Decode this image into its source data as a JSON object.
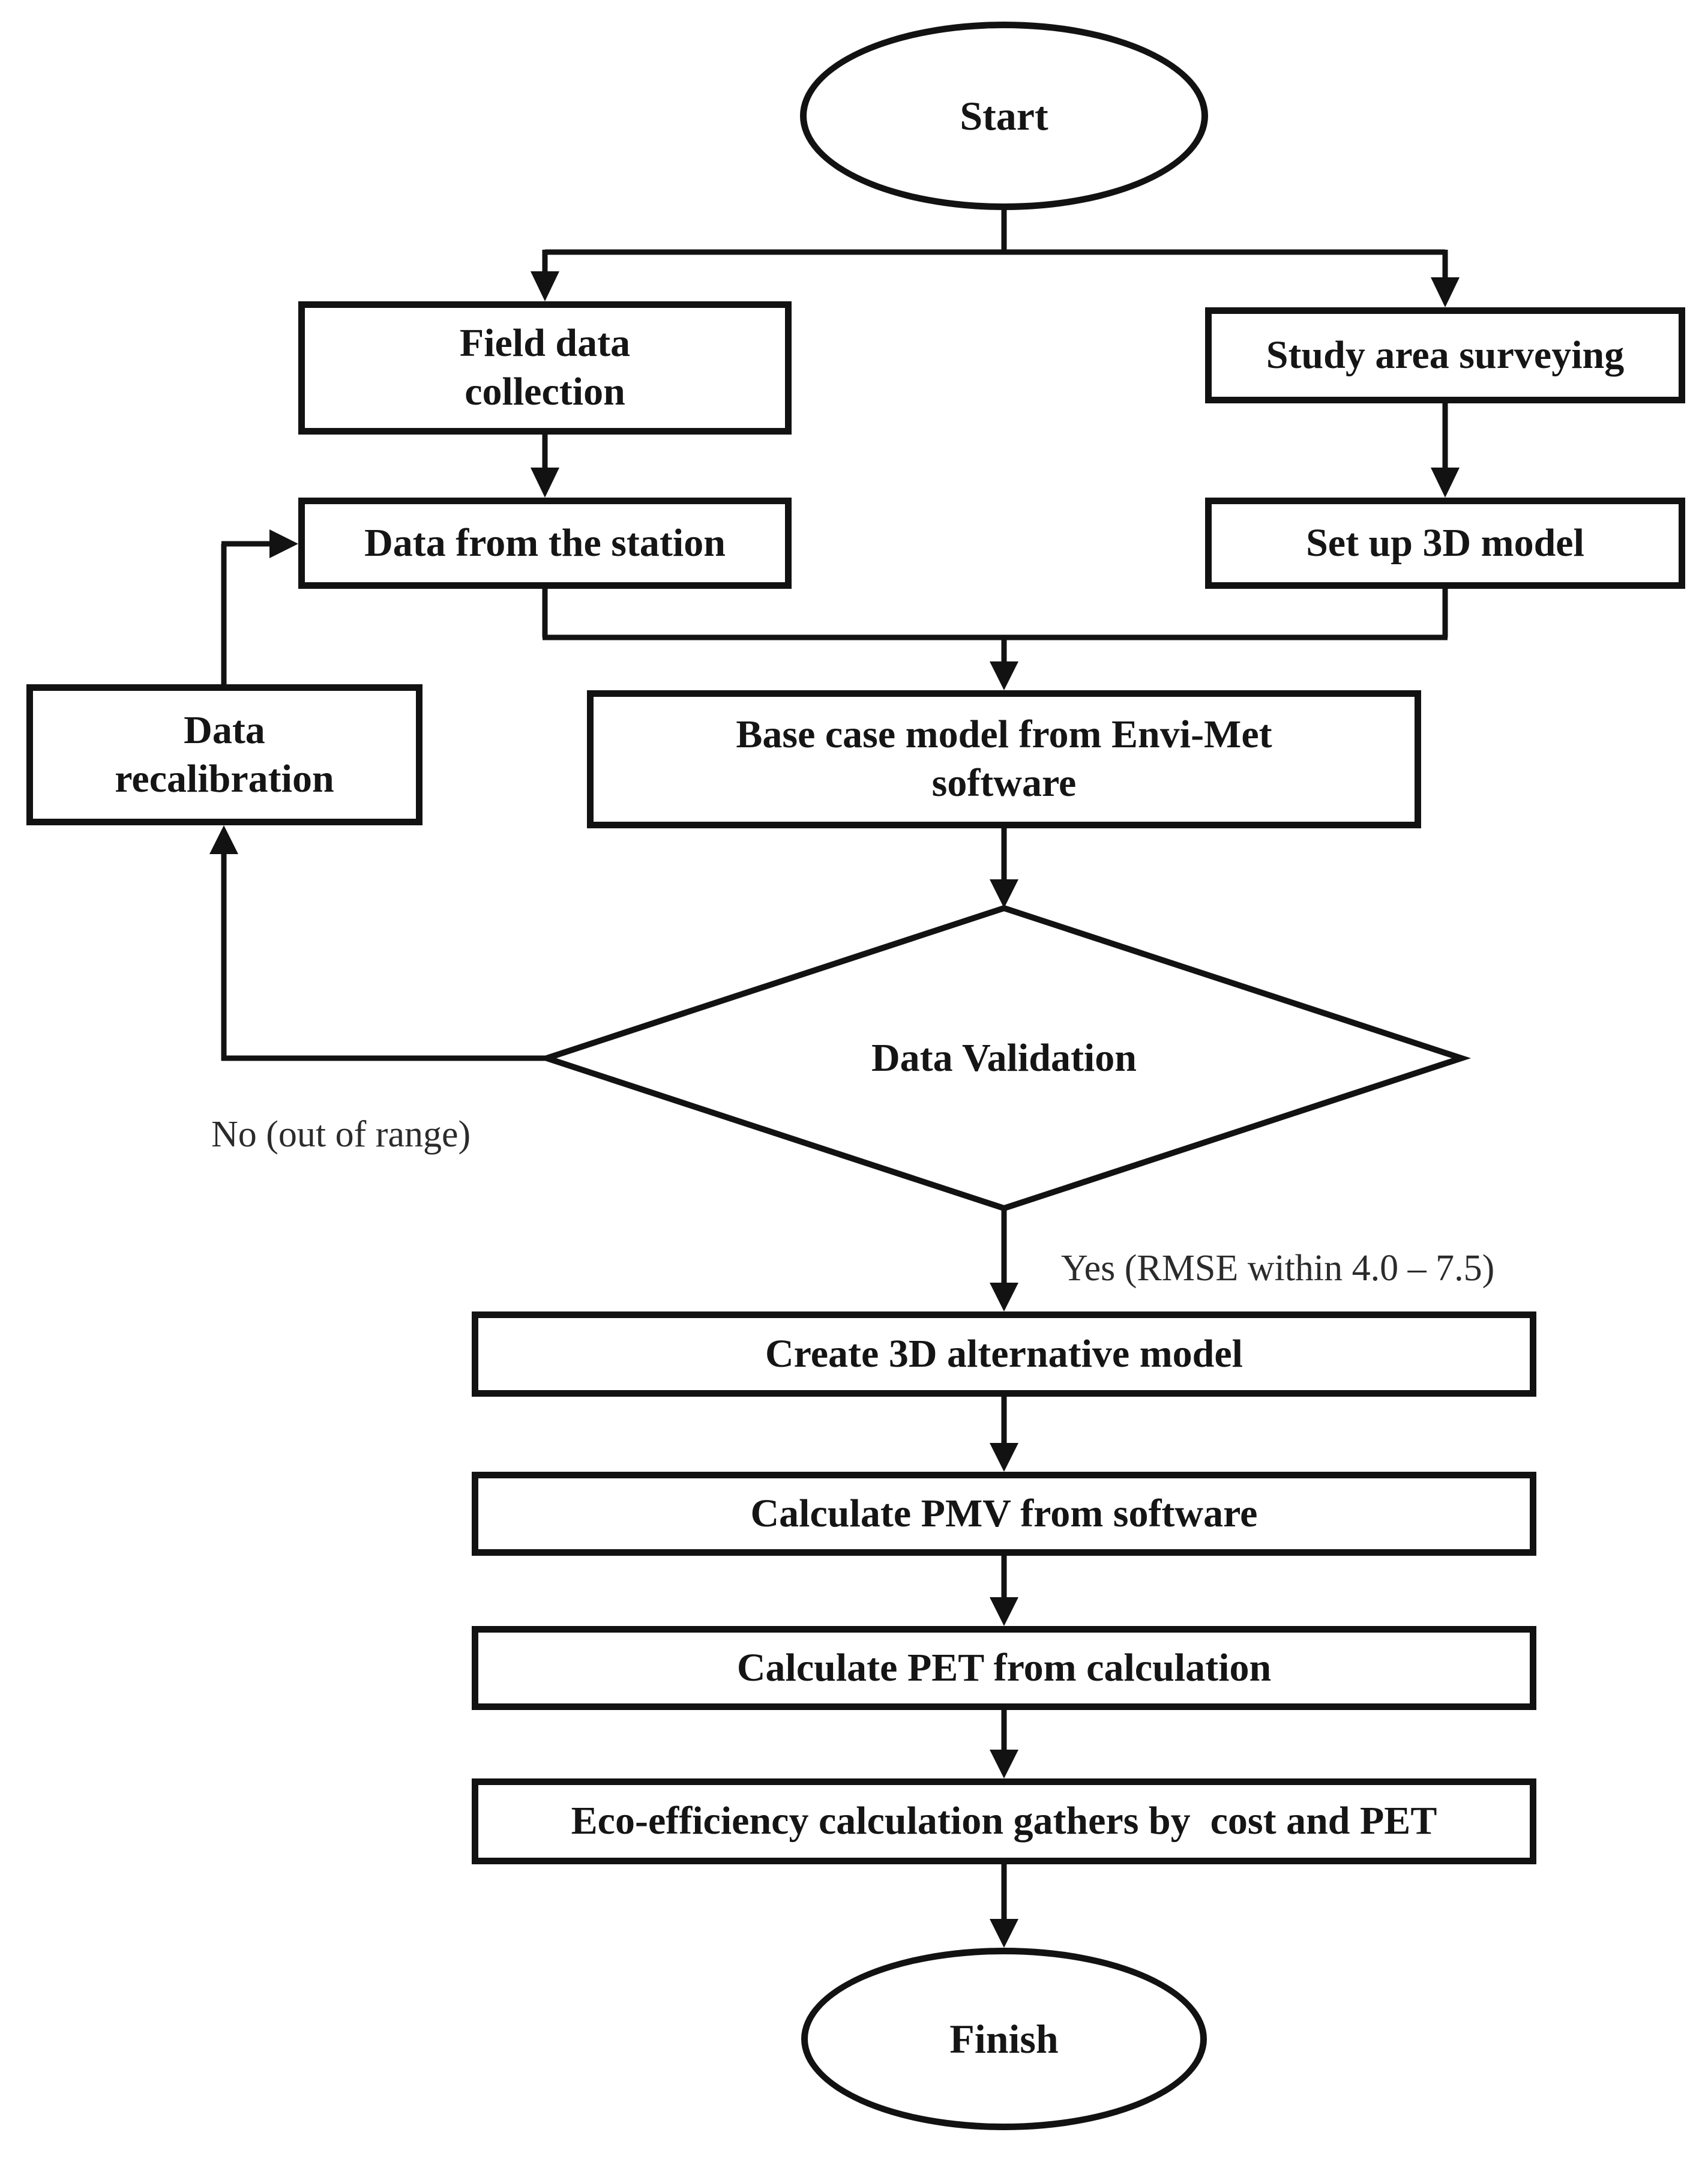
{
  "colors": {
    "background": "#ffffff",
    "line": "#121212",
    "text": "#151515"
  },
  "nodes": {
    "start": {
      "type": "terminator",
      "label": "Start"
    },
    "field_data_collection": {
      "type": "process",
      "label": "Field data\ncollection"
    },
    "study_area_surveying": {
      "type": "process",
      "label": "Study area surveying"
    },
    "data_from_station": {
      "type": "process",
      "label": "Data from the station"
    },
    "set_up_3d_model": {
      "type": "process",
      "label": "Set up 3D model"
    },
    "data_recalibration": {
      "type": "process",
      "label": "Data\nrecalibration"
    },
    "base_case_model": {
      "type": "process",
      "label": "Base case model from Envi-Met\nsoftware"
    },
    "data_validation": {
      "type": "decision",
      "label": "Data Validation"
    },
    "create_3d_alternative_model": {
      "type": "process",
      "label": "Create 3D alternative model"
    },
    "calculate_pmv": {
      "type": "process",
      "label": "Calculate PMV from software"
    },
    "calculate_pet": {
      "type": "process",
      "label": "Calculate PET from calculation"
    },
    "eco_efficiency": {
      "type": "process",
      "label": "Eco-efficiency calculation gathers by  cost and PET"
    },
    "finish": {
      "type": "terminator",
      "label": "Finish"
    }
  },
  "decision_labels": {
    "no": "No (out of range)",
    "yes": "Yes (RMSE within 4.0 – 7.5)"
  },
  "edges": [
    {
      "from": "start",
      "to": "field_data_collection"
    },
    {
      "from": "start",
      "to": "study_area_surveying"
    },
    {
      "from": "field_data_collection",
      "to": "data_from_station"
    },
    {
      "from": "study_area_surveying",
      "to": "set_up_3d_model"
    },
    {
      "from": "data_from_station",
      "to": "base_case_model"
    },
    {
      "from": "set_up_3d_model",
      "to": "base_case_model"
    },
    {
      "from": "base_case_model",
      "to": "data_validation"
    },
    {
      "from": "data_validation",
      "to": "data_recalibration",
      "label": "No (out of range)"
    },
    {
      "from": "data_recalibration",
      "to": "data_from_station"
    },
    {
      "from": "data_validation",
      "to": "create_3d_alternative_model",
      "label": "Yes (RMSE within 4.0 – 7.5)"
    },
    {
      "from": "create_3d_alternative_model",
      "to": "calculate_pmv"
    },
    {
      "from": "calculate_pmv",
      "to": "calculate_pet"
    },
    {
      "from": "calculate_pet",
      "to": "eco_efficiency"
    },
    {
      "from": "eco_efficiency",
      "to": "finish"
    }
  ]
}
